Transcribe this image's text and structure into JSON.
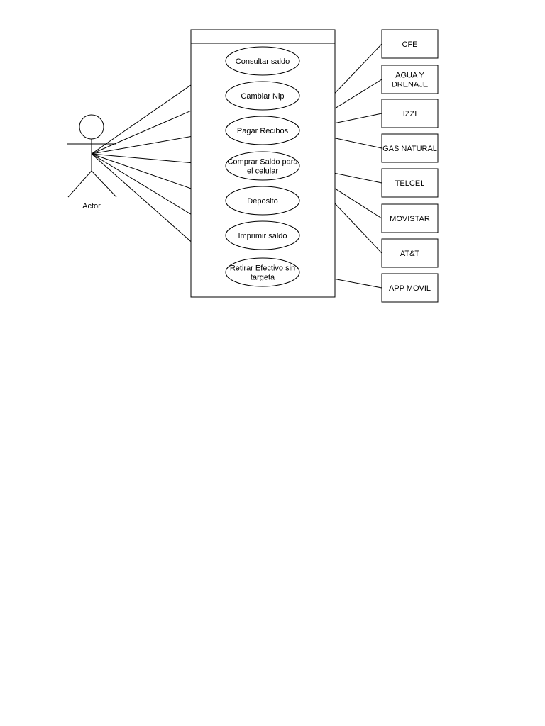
{
  "actor": {
    "label": "Actor"
  },
  "system": {
    "title": ""
  },
  "use_cases": [
    {
      "id": "consultar",
      "lines": [
        "Consultar saldo"
      ]
    },
    {
      "id": "cambiar",
      "lines": [
        "Cambiar Nip"
      ]
    },
    {
      "id": "pagar",
      "lines": [
        "Pagar Recibos"
      ]
    },
    {
      "id": "comprar",
      "lines": [
        "Comprar Saldo para",
        "el celular"
      ]
    },
    {
      "id": "deposito",
      "lines": [
        "Deposito"
      ]
    },
    {
      "id": "imprimir",
      "lines": [
        "Imprimir saldo"
      ]
    },
    {
      "id": "retirar",
      "lines": [
        "Retirar Efectivo sin",
        "targeta"
      ]
    }
  ],
  "entities": [
    {
      "id": "cfe",
      "lines": [
        "CFE"
      ]
    },
    {
      "id": "agua",
      "lines": [
        "AGUA Y",
        "DRENAJE"
      ]
    },
    {
      "id": "izzi",
      "lines": [
        "IZZI"
      ]
    },
    {
      "id": "gas",
      "lines": [
        "GAS NATURAL"
      ]
    },
    {
      "id": "telcel",
      "lines": [
        "TELCEL"
      ]
    },
    {
      "id": "movistar",
      "lines": [
        "MOVISTAR"
      ]
    },
    {
      "id": "att",
      "lines": [
        "AT&T"
      ]
    },
    {
      "id": "app",
      "lines": [
        "APP MOVIL"
      ]
    }
  ],
  "actor_links": [
    "consultar",
    "cambiar",
    "pagar",
    "comprar",
    "deposito",
    "imprimir",
    "retirar"
  ],
  "entity_links": [
    {
      "from": "pagar",
      "to": "cfe"
    },
    {
      "from": "pagar",
      "to": "agua"
    },
    {
      "from": "pagar",
      "to": "izzi"
    },
    {
      "from": "pagar",
      "to": "gas"
    },
    {
      "from": "comprar",
      "to": "telcel"
    },
    {
      "from": "comprar",
      "to": "movistar"
    },
    {
      "from": "comprar",
      "to": "att"
    },
    {
      "from": "retirar",
      "to": "app"
    }
  ]
}
